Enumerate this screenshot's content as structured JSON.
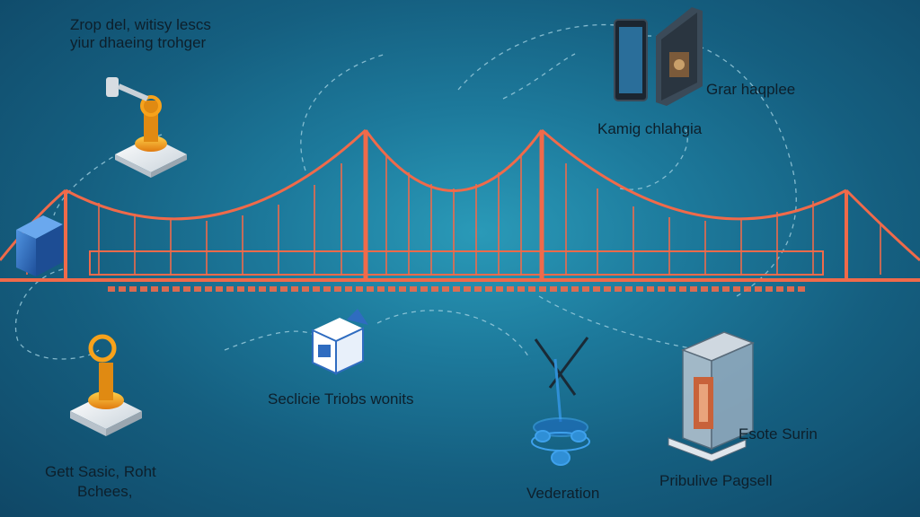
{
  "labels": {
    "top_left_line1": "Zrop del, witisy lescs",
    "top_left_line2": "yiur dhaeing trohger",
    "top_right_1": "Grar haqplee",
    "top_right_2": "Kamig chlahgia",
    "center": "Seclicie Triobs wonits",
    "bottom_left_line1": "Gett Sasic, Roht",
    "bottom_left_line2": "Bchees,",
    "bottom_center": "Vederation",
    "bottom_right_1": "Esote Surin",
    "bottom_right_2": "Pribulive Pagsell"
  },
  "colors": {
    "background": "#1d7a9c",
    "bridge": "#f06a4a",
    "coin": "#f7a21b",
    "device_blue": "#2f6cc0",
    "dashed_line": "#9fcfe0"
  },
  "icons": [
    "key-icon",
    "coin-stand-icon",
    "cube-icon",
    "tablet-icon",
    "processor-icon",
    "box-icon",
    "pen-icon",
    "database-icon",
    "server-icon"
  ]
}
